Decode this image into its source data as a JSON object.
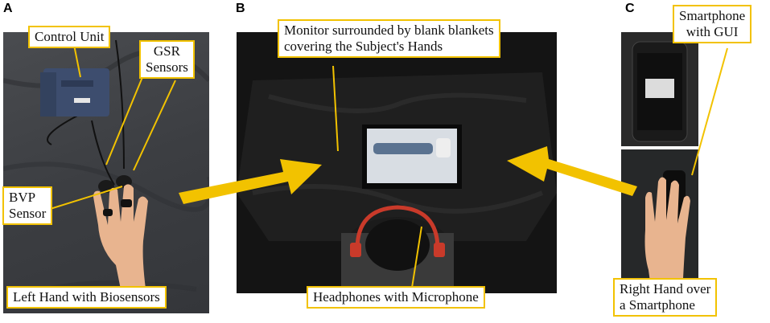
{
  "panels": {
    "a": {
      "letter": "A"
    },
    "b": {
      "letter": "B"
    },
    "c": {
      "letter": "C"
    }
  },
  "labels": {
    "control_unit": "Control Unit",
    "gsr_line1": "GSR",
    "gsr_line2": "Sensors",
    "bvp_line1": "BVP",
    "bvp_line2": "Sensor",
    "left_hand": "Left Hand with Biosensors",
    "monitor_line1": "Monitor surrounded by blank blankets",
    "monitor_line2": "covering the Subject's Hands",
    "headphones": "Headphones with Microphone",
    "smartphone_line1": "Smartphone",
    "smartphone_line2": "with GUI",
    "right_hand_line1": "Right Hand over",
    "right_hand_line2": "a Smartphone"
  },
  "colors": {
    "accent": "#f2c200",
    "cloth": "#3c3e42",
    "blanket": "#141414",
    "skin": "#e8b48f"
  }
}
